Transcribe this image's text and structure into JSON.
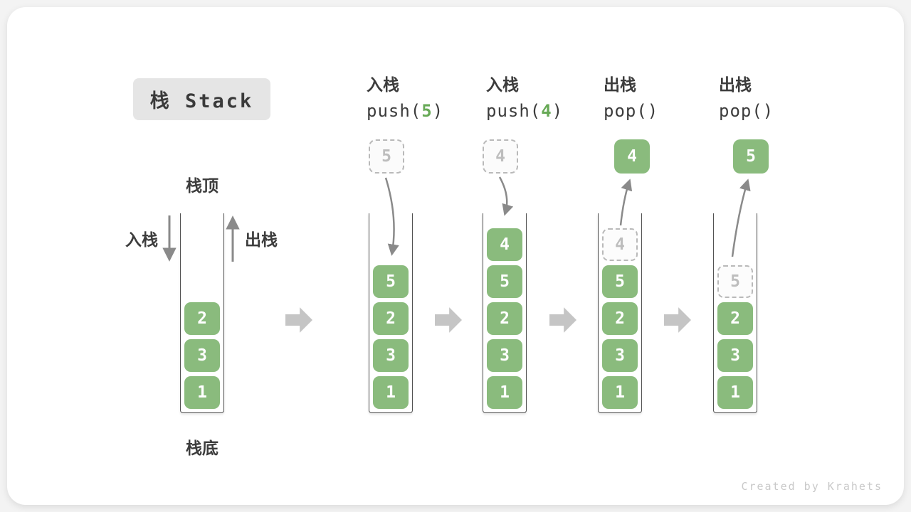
{
  "title": "栈 Stack",
  "watermark": "Created by Krahets",
  "side_labels": {
    "stack_top": "栈顶",
    "stack_bottom": "栈底",
    "push": "入栈",
    "pop": "出栈"
  },
  "operations": [
    {
      "name": "入栈",
      "code_pre": "push(",
      "arg": "5",
      "code_post": ")"
    },
    {
      "name": "入栈",
      "code_pre": "push(",
      "arg": "4",
      "code_post": ")"
    },
    {
      "name": "出栈",
      "code_pre": "pop(",
      "arg": "",
      "code_post": ")"
    },
    {
      "name": "出栈",
      "code_pre": "pop(",
      "arg": "",
      "code_post": ")"
    }
  ],
  "stacks": [
    {
      "name": "initial-stack",
      "float_box": null,
      "cells": [
        {
          "value": "2",
          "style": "solid"
        },
        {
          "value": "3",
          "style": "solid"
        },
        {
          "value": "1",
          "style": "solid"
        }
      ]
    },
    {
      "name": "after-push-5",
      "float_box": {
        "value": "5",
        "style": "dashed"
      },
      "cells": [
        {
          "value": "5",
          "style": "solid"
        },
        {
          "value": "2",
          "style": "solid"
        },
        {
          "value": "3",
          "style": "solid"
        },
        {
          "value": "1",
          "style": "solid"
        }
      ]
    },
    {
      "name": "after-push-4",
      "float_box": {
        "value": "4",
        "style": "dashed"
      },
      "cells": [
        {
          "value": "4",
          "style": "solid"
        },
        {
          "value": "5",
          "style": "solid"
        },
        {
          "value": "2",
          "style": "solid"
        },
        {
          "value": "3",
          "style": "solid"
        },
        {
          "value": "1",
          "style": "solid"
        }
      ]
    },
    {
      "name": "after-pop-4",
      "float_box": {
        "value": "4",
        "style": "solid"
      },
      "cells": [
        {
          "value": "4",
          "style": "dashed"
        },
        {
          "value": "5",
          "style": "solid"
        },
        {
          "value": "2",
          "style": "solid"
        },
        {
          "value": "3",
          "style": "solid"
        },
        {
          "value": "1",
          "style": "solid"
        }
      ]
    },
    {
      "name": "after-pop-5",
      "float_box": {
        "value": "5",
        "style": "solid"
      },
      "cells": [
        {
          "value": "5",
          "style": "dashed"
        },
        {
          "value": "2",
          "style": "solid"
        },
        {
          "value": "3",
          "style": "solid"
        },
        {
          "value": "1",
          "style": "solid"
        }
      ]
    }
  ],
  "colors": {
    "cell_green": "#8abb7d",
    "accent_green": "#67a956",
    "block_arrow_gray": "#c5c5c5",
    "flow_arrow_gray": "#8a8a8a",
    "container_border": "#525252",
    "text_dark": "#3c3c3c"
  }
}
